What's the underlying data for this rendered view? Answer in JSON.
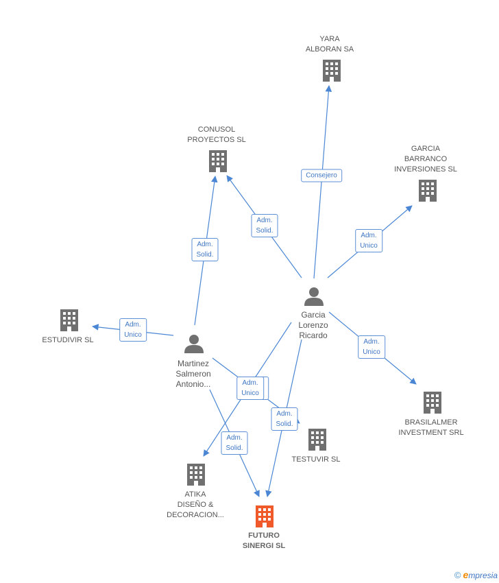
{
  "colors": {
    "edge": "#4a86d4",
    "building": "#707070",
    "focus": "#f05a2a",
    "person": "#707070"
  },
  "nodes": {
    "yara": {
      "label": [
        "YARA",
        "ALBORAN SA"
      ],
      "icon": "building-icon"
    },
    "conusol": {
      "label": [
        "CONUSOL",
        "PROYECTOS SL"
      ],
      "icon": "building-icon"
    },
    "garcia_barranco": {
      "label": [
        "GARCIA",
        "BARRANCO",
        "INVERSIONES SL"
      ],
      "icon": "building-icon"
    },
    "estudivir": {
      "label": [
        "ESTUDIVIR SL"
      ],
      "icon": "building-icon"
    },
    "garcia_lorenzo": {
      "label": [
        "Garcia",
        "Lorenzo",
        "Ricardo"
      ],
      "icon": "person-icon"
    },
    "martinez": {
      "label": [
        "Martinez",
        "Salmeron",
        "Antonio..."
      ],
      "icon": "person-icon"
    },
    "brasilalmer": {
      "label": [
        "BRASILALMER",
        "INVESTMENT SRL"
      ],
      "icon": "building-icon"
    },
    "testuvir": {
      "label": [
        "TESTUVIR SL"
      ],
      "icon": "building-icon"
    },
    "atika": {
      "label": [
        "ATIKA",
        "DISEÑO &",
        "DECORACION..."
      ],
      "icon": "building-icon"
    },
    "futuro": {
      "label": [
        "FUTURO",
        "SINERGI SL"
      ],
      "icon": "building-icon"
    }
  },
  "badges": {
    "consejero": [
      "Consejero"
    ],
    "adm_solid_conusol_gl": [
      "Adm.",
      "Solid."
    ],
    "adm_solid_conusol_m": [
      "Adm.",
      "Solid."
    ],
    "adm_unico_garcia": [
      "Adm.",
      "Unico"
    ],
    "adm_unico_estudivir": [
      "Adm.",
      "Unico"
    ],
    "adm_unico_brasilalmer": [
      "Adm.",
      "Unico"
    ],
    "adm_unico_testuvir": [
      "Adm.",
      "Unico"
    ],
    "adm_solid_testuvir": [
      "Adm.",
      "Solid."
    ],
    "adm_solid_futuro": [
      "Adm.",
      "Solid."
    ]
  },
  "footer": {
    "copyright": "©",
    "brand_initial": "e",
    "brand_rest": "mpresia"
  }
}
